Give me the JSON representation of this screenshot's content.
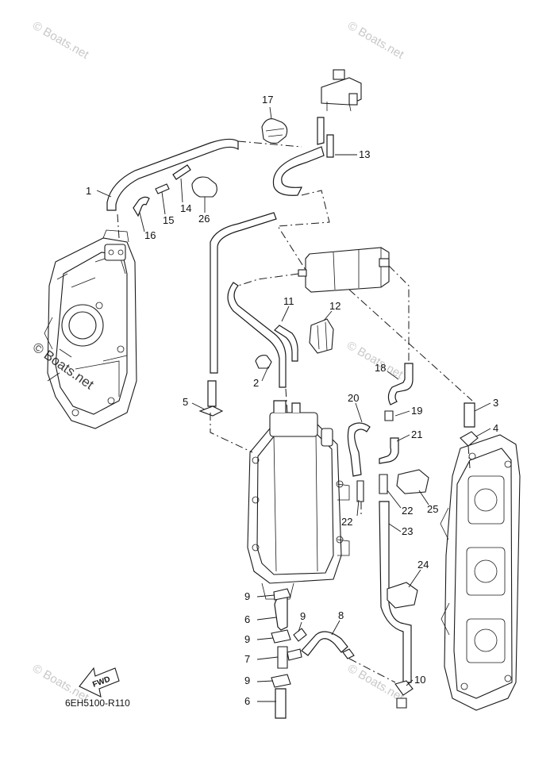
{
  "diagram": {
    "callouts": [
      "1",
      "2",
      "3",
      "4",
      "5",
      "6",
      "6",
      "7",
      "8",
      "9",
      "9",
      "9",
      "9",
      "10",
      "11",
      "12",
      "13",
      "14",
      "15",
      "16",
      "17",
      "18",
      "19",
      "20",
      "21",
      "22",
      "22",
      "23",
      "24",
      "25",
      "26"
    ],
    "diagram_code": "6EH5100-R110",
    "fwd_label": "FWD",
    "watermark": "© Boats.net",
    "colors": {
      "ink": "#1a1a1a",
      "watermark": "#c8c8c8",
      "background": "#ffffff"
    }
  }
}
